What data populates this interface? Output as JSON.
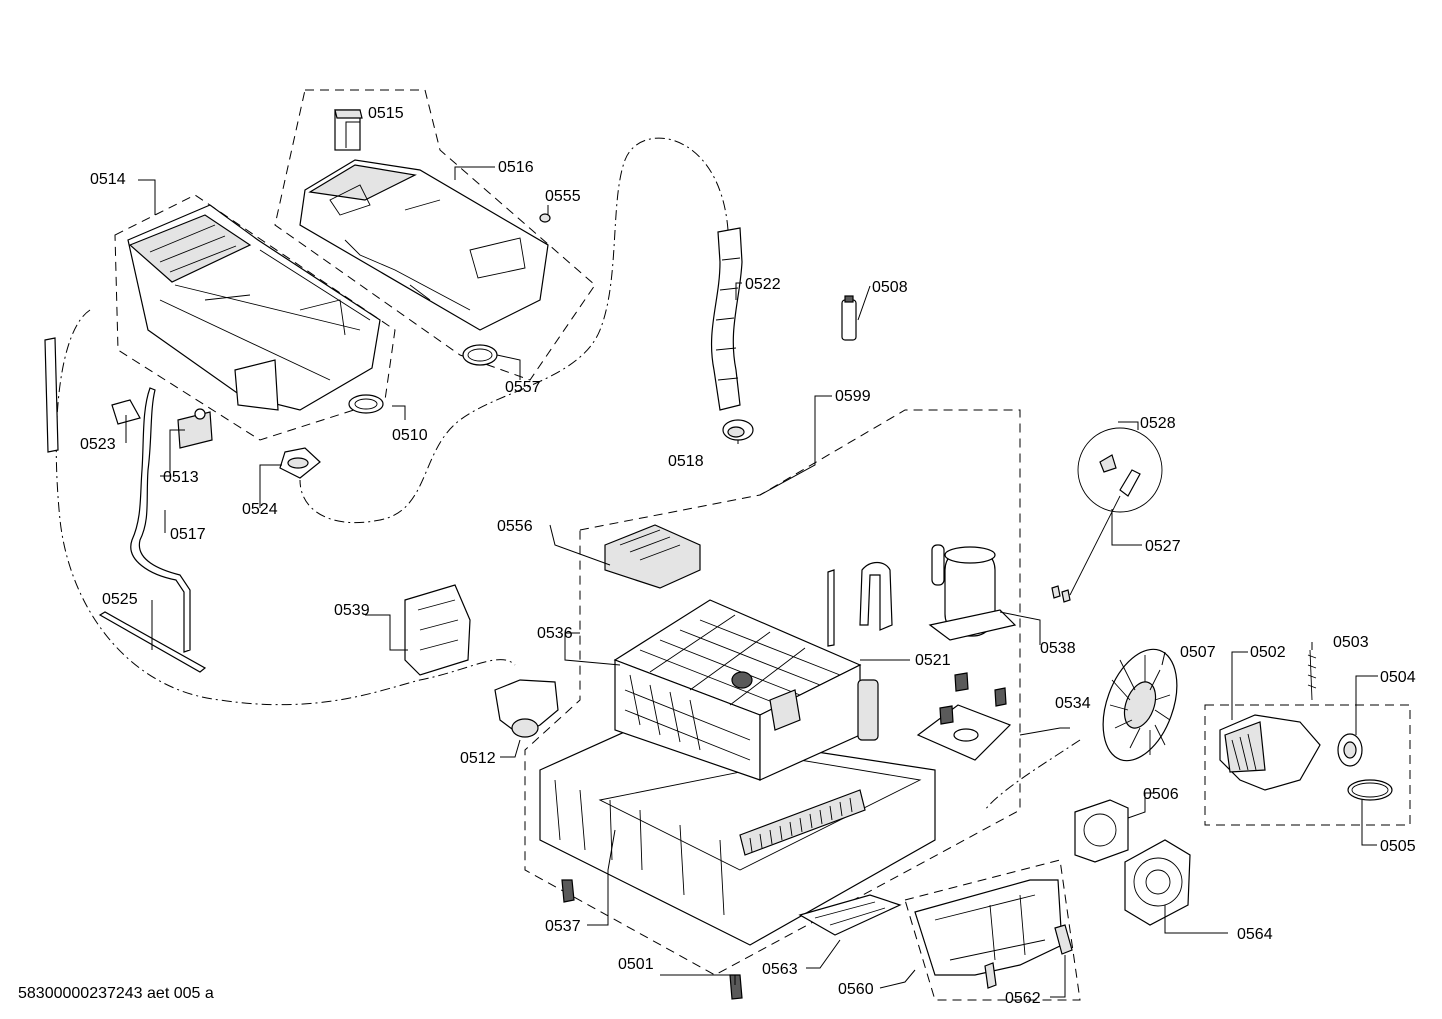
{
  "drawing_id": "58300000237243 aet 005 a",
  "labels": {
    "p0501": "0501",
    "p0502": "0502",
    "p0503": "0503",
    "p0504": "0504",
    "p0505": "0505",
    "p0506": "0506",
    "p0507": "0507",
    "p0508": "0508",
    "p0510": "0510",
    "p0512": "0512",
    "p0513": "0513",
    "p0514": "0514",
    "p0515": "0515",
    "p0516": "0516",
    "p0517": "0517",
    "p0518": "0518",
    "p0521": "0521",
    "p0522": "0522",
    "p0523": "0523",
    "p0524": "0524",
    "p0525": "0525",
    "p0527": "0527",
    "p0528": "0528",
    "p0534": "0534",
    "p0536": "0536",
    "p0537": "0537",
    "p0538": "0538",
    "p0539": "0539",
    "p0555": "0555",
    "p0556": "0556",
    "p0557": "0557",
    "p0560": "0560",
    "p0562": "0562",
    "p0563": "0563",
    "p0564": "0564",
    "p0599": "0599"
  }
}
